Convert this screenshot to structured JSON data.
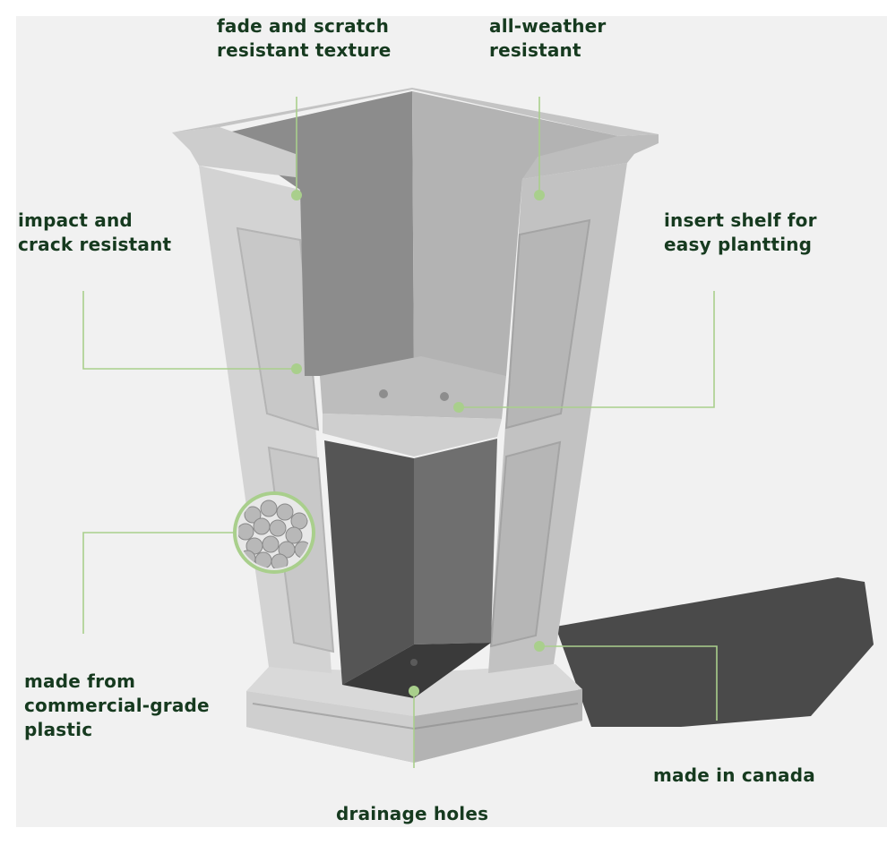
{
  "features": {
    "fade_scratch": "fade and scratch\nresistant texture",
    "all_weather": "all-weather\nresistant",
    "impact_crack": "impact and\ncrack resistant",
    "insert_shelf": "insert shelf for\neasy plantting",
    "commercial_plastic": "made from\ncommercial-grade\nplastic",
    "made_in_canada": "made in canada",
    "drainage_holes": "drainage holes"
  },
  "colors": {
    "panel_background": "#f1f1f1",
    "label_text": "#163a1f",
    "callout_line": "#a9cf8c",
    "planter_light": "#d9d9d9",
    "planter_mid": "#bdbdbd",
    "planter_dark": "#4a4a4a",
    "shadow": "#444444"
  }
}
